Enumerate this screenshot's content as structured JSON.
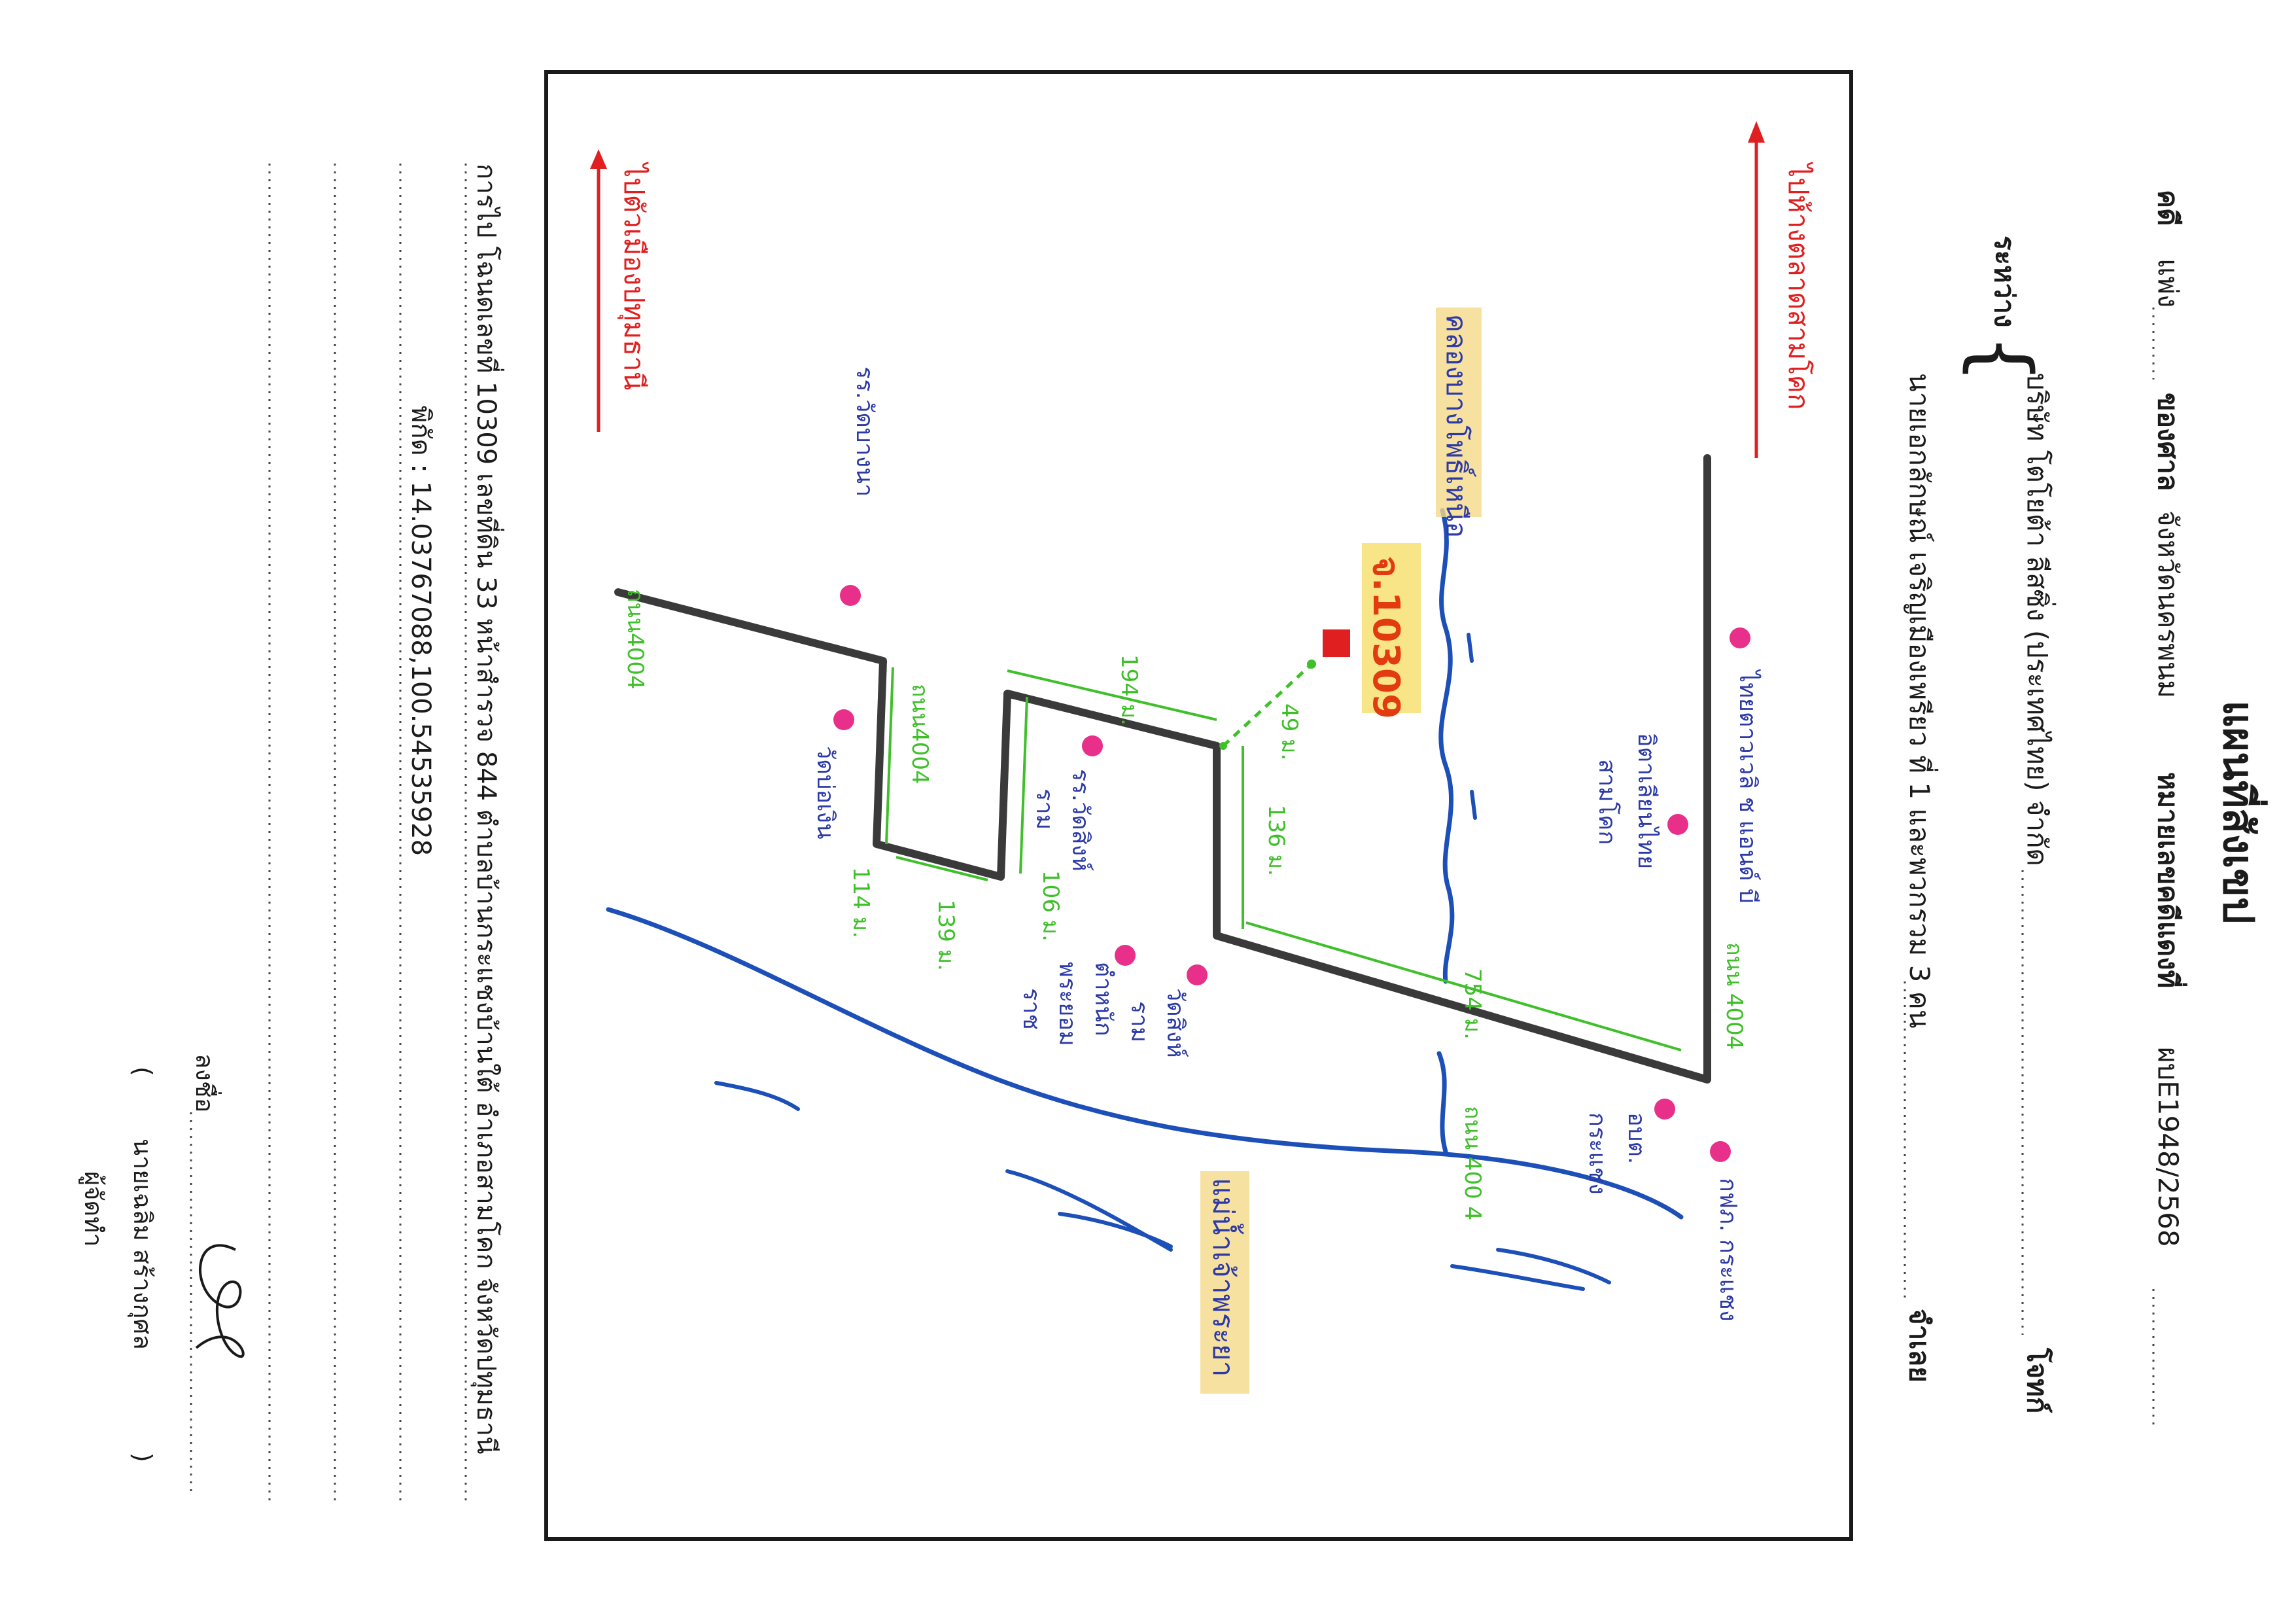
{
  "doc": {
    "title": "แผนที่สังเขป",
    "case_prefix": "คดี",
    "case_type": "แพ่ง",
    "court_label": "ของศาล",
    "court_name": "จังหวัดนครพนม",
    "case_no_label": "หมายเลขคดีแดงที่",
    "case_no": "ผบE1948/2568",
    "between": "ระหว่าง",
    "plaintiff": "บริษัท โตโยต้า ลีสซิ่ง (ประเทศไทย) จำกัด",
    "plaintiff_role": "โจทก์",
    "defendant": "นายเอกลักษณ์ เจริญเมืองเพรียว ที่ 1 และพวกรวม 3 คน",
    "defendant_role": "จำเลย"
  },
  "directions": {
    "line1": "การไป โฉนดเลขที่ 10309 เลขที่ดิน 33 หน้าสำรวจ 844 ตำบลบ้านกระแชงบ้านใต้ อำเภอสามโคก จังหวัดปทุมธานี",
    "line2": "พิกัด : 14.03767088,100.54535928"
  },
  "signature": {
    "sign_label": "ลงชื่อ",
    "name": "นายเฉลิม สร้างกุศล",
    "role": "ผู้จัดทำ",
    "paren_open": "(",
    "paren_close": ")"
  },
  "map": {
    "arrow_top": "ไปห้างตลาดสามโคก",
    "arrow_bottom": "ไปตัวเมืองปทุมธานี",
    "canal": "คลองบางโพธิ์เหนือ",
    "river": "แม่น้ำเจ้าพระยา",
    "parcel_label": "จ.10309",
    "dist_49": "49 ม.",
    "dist_194": "194 ม.",
    "dist_136": "136 ม.",
    "dist_754": "754 ม.",
    "dist_106": "106 ม.",
    "dist_139": "139 ม.",
    "dist_114": "114 ม.",
    "road_400_a": "ถนน 4004",
    "road_400_b": "ถนน 400 4",
    "road_400_c": "ถนน4004",
    "road_400_d": "ถนน4004",
    "lm_1": "ไทยตาวเวลิ ช แอนด์ บี",
    "lm_2a": "อิตาเลียนไทย",
    "lm_2b": "สามโคก",
    "lm_3a": "อบต.",
    "lm_3b": "กระแชง",
    "lm_4": "กฟภ. กระแชง",
    "lm_5a": "วัดสิงห์",
    "lm_5b": "ราม",
    "lm_6a": "ตำหนัก",
    "lm_6b": "พระยอม",
    "lm_6c": "ราช",
    "lm_7a": "รร.วัดสิงห์",
    "lm_7b": "ราม",
    "lm_8": "วัดบ่อเงิน",
    "lm_9": "รร.วัดบางนา"
  }
}
